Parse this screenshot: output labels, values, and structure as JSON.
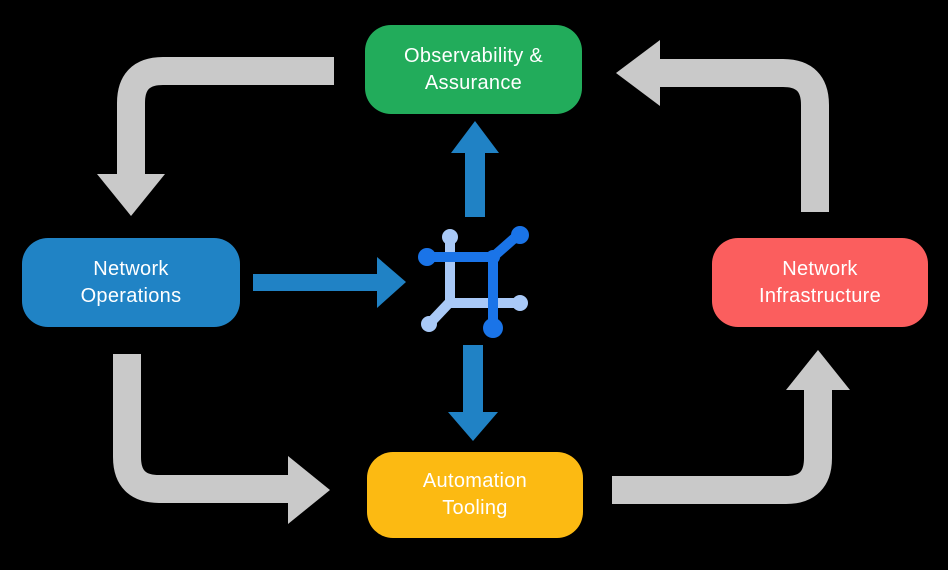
{
  "diagram": {
    "background_color": "#000000",
    "nodes": {
      "observability": {
        "line1": "Observability &",
        "line2": "Assurance",
        "color": "#22AC5B",
        "text_color": "#FFFFFF"
      },
      "operations": {
        "line1": "Network",
        "line2": "Operations",
        "color": "#2083C5",
        "text_color": "#FFFFFF"
      },
      "infrastructure": {
        "line1": "Network",
        "line2": "Infrastructure",
        "color": "#FB5E5E",
        "text_color": "#FFFFFF"
      },
      "automation": {
        "line1": "Automation",
        "line2": "Tooling",
        "color": "#FCBA12",
        "text_color": "#FFFFFF"
      }
    },
    "center_icon": {
      "name": "network-mesh-icon",
      "dark_color": "#1A74E8",
      "light_color": "#A9C9F7"
    },
    "arrow_colors": {
      "gray": "#C9C9C9",
      "blue": "#2082C5"
    },
    "edges": [
      {
        "from": "observability",
        "to": "operations",
        "style": "gray-elbow"
      },
      {
        "from": "operations",
        "to": "automation",
        "style": "gray-elbow"
      },
      {
        "from": "automation",
        "to": "infrastructure",
        "style": "gray-elbow"
      },
      {
        "from": "infrastructure",
        "to": "observability",
        "style": "gray-elbow"
      },
      {
        "from": "operations",
        "to": "center-icon",
        "style": "blue-straight"
      },
      {
        "from": "center-icon",
        "to": "observability",
        "style": "blue-straight"
      },
      {
        "from": "center-icon",
        "to": "automation",
        "style": "blue-straight"
      }
    ]
  }
}
